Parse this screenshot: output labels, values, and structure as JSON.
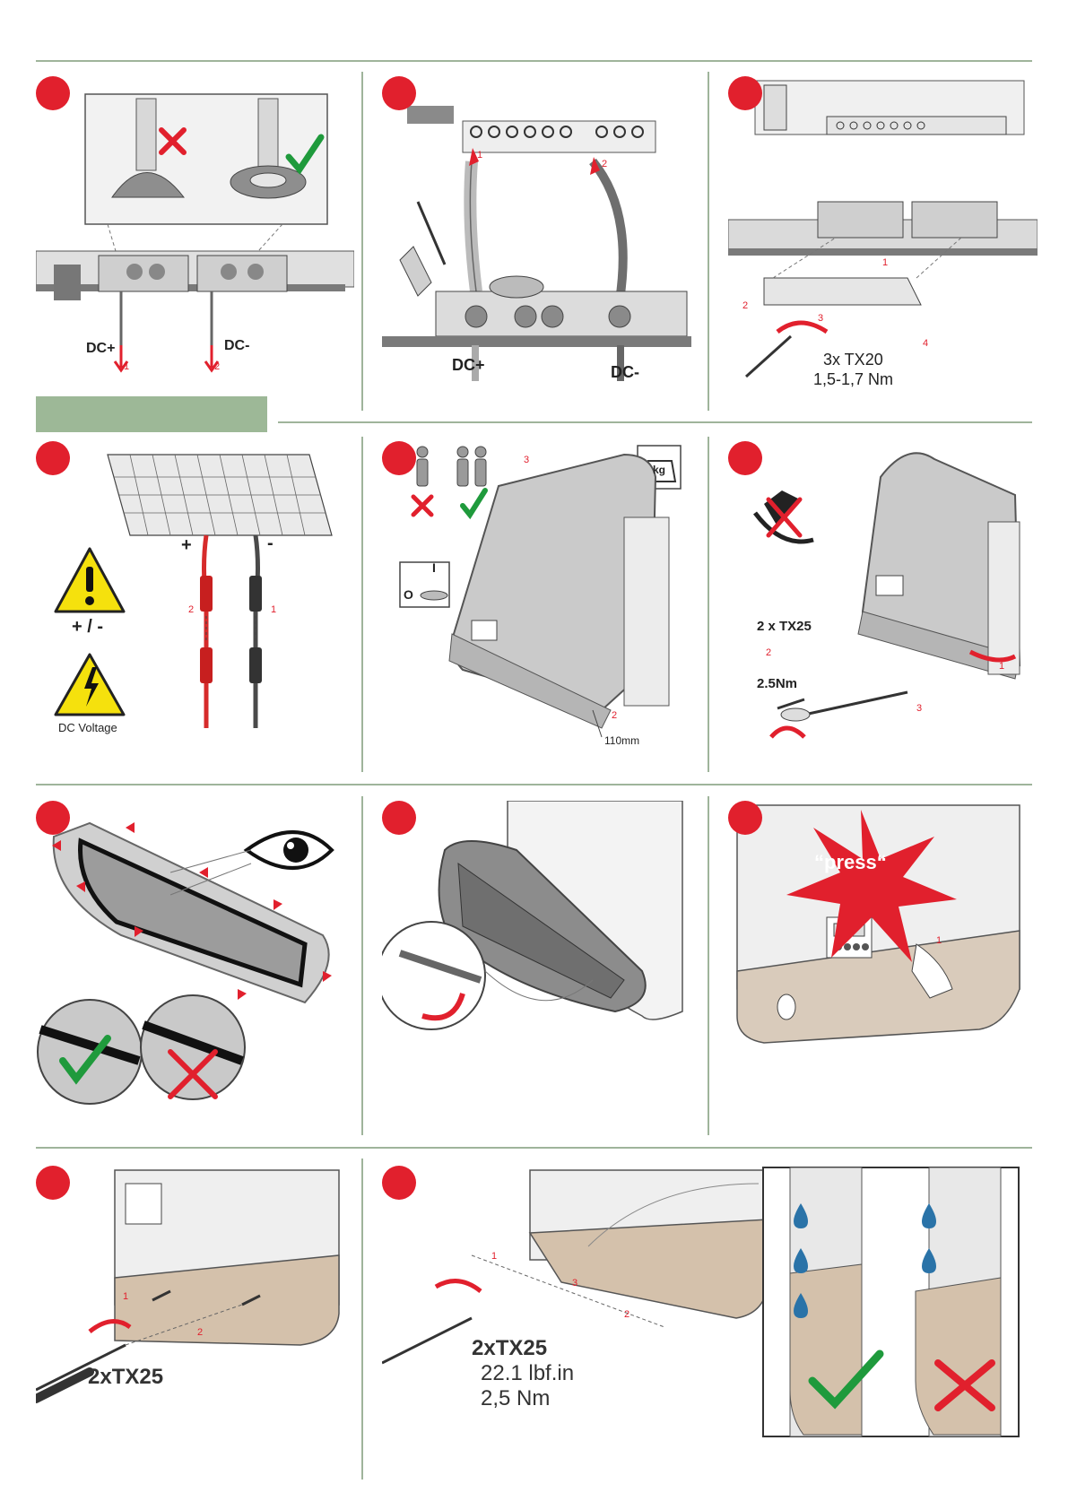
{
  "colors": {
    "accent_red": "#e1202d",
    "divider_green": "#9fb49b",
    "panel_grey": "#c8c8c8",
    "cover_beige": "#d9cbbb",
    "ok_green": "#1f9a3c",
    "water_blue": "#2a73a8"
  },
  "steps": {
    "s1": {
      "dc_plus": "DC+",
      "dc_minus": "DC-",
      "badge1": "1",
      "badge2": "2"
    },
    "s2": {
      "dc_plus": "DC+",
      "dc_minus": "DC-",
      "badge1": "1",
      "badge2": "2"
    },
    "s3": {
      "torque_tool": "3x TX20",
      "torque_value": "1,5-1,7 Nm",
      "badge1": "1",
      "badge2": "2",
      "badge3": "3",
      "badge4": "4"
    },
    "s4": {
      "plus": "+",
      "minus": "-",
      "warn_polarity": "+ / -",
      "warn_dc": "DC Voltage",
      "badge1": "1",
      "badge2": "2"
    },
    "s5": {
      "weight_icon_text": "kg",
      "switch_label": "I",
      "switch_off": "O",
      "distance": "110mm",
      "badge2": "2",
      "badge3": "3"
    },
    "s6": {
      "screws": "2 x TX25",
      "torque": "2.5Nm",
      "badge1": "1",
      "badge2": "2",
      "badge3": "3"
    },
    "s9": {
      "press_text": "“press“",
      "badge1": "1"
    },
    "s10": {
      "screws": "2xTX25",
      "badge1": "1",
      "badge2": "2"
    },
    "s11": {
      "screws": "2xTX25",
      "torque_imperial": "22.1 lbf.in",
      "torque_metric": "2,5 Nm",
      "badge1": "1",
      "badge2": "2",
      "badge3": "3"
    }
  }
}
